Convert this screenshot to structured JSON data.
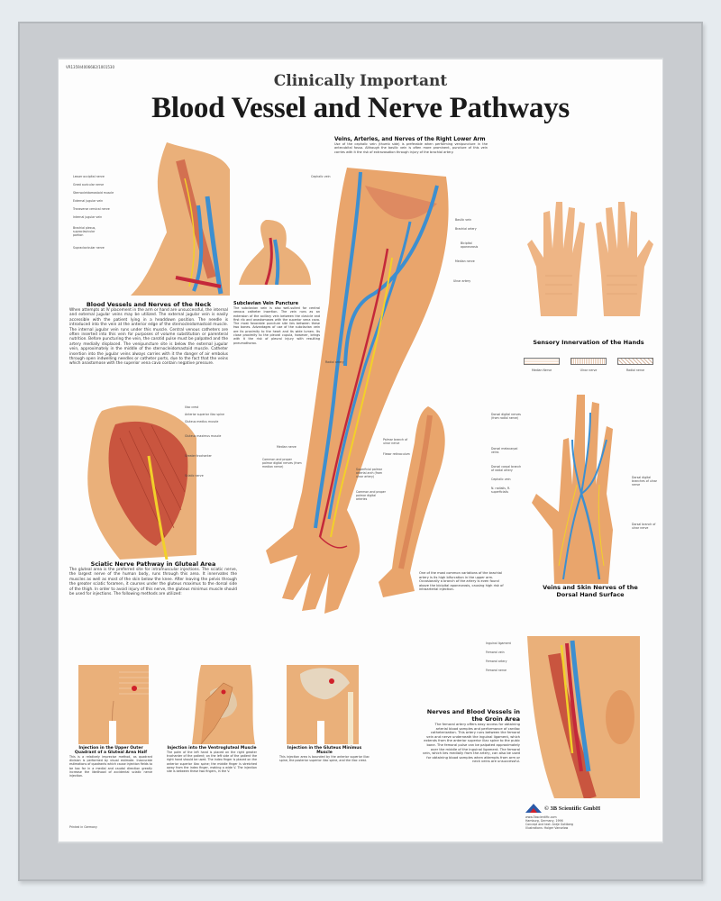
{
  "poster": {
    "code": "VR1359/4006682/1001530",
    "subtitle": "Clinically Important",
    "title": "Blood Vessel and Nerve Pathways",
    "printed": "Printed in Germany"
  },
  "neck": {
    "heading": "Blood Vessels and Nerves of the Neck",
    "text": "When attempts at IV placement in the arm or hand are unsuccessful, the internal and external jugular veins may be utilized. The external jugular vein is easily accessible with the patient lying in a headdown position. The needle is introduced into the vein at the anterior edge of the sternocleidomastoid muscle. The internal jugular vein runs under this muscle. Central venous catheters are often inserted into this vein for purposes of volume substitution or parenteral nutrition. Before puncturing the vein, the carotid pulse must be palpated and the artery medially displaced. The venipuncture site is below the external jugular vein, approximately in the middle of the sternocleidomastoid muscle. Catheter insertion into the jugular veins always carries with it the danger of air embolus through open indwelling needles or catheter ports, due to the fact that the veins which anastomose with the superior vena cava contain negative pressure.",
    "labels": [
      "Lesser occipital nerve",
      "Great auricular nerve",
      "Sternocleidomastoid muscle",
      "External jugular vein",
      "Transverse cervical nerve",
      "Internal jugular vein",
      "Brachial plexus, supraclavicular portion",
      "Supraclavicular nerve"
    ]
  },
  "subclavian": {
    "heading": "Subclavian Vein Puncture",
    "text": "The subclavian vein is also well-suited for central venous catheter insertion. The vein runs as an extension of the axillary vein between the clavicle and first rib and anastomoses with the superior vena cava. The most favorable puncture site lies between these two bones. Advantages of use of the subclavian vein are its proximity to the heart and its wide lumen. Its close proximity to the pleural cupula, however, brings with it the risk of pleural injury with resulting pneumothorax."
  },
  "arm": {
    "heading": "Veins, Arteries, and Nerves of the Right Lower Arm",
    "text": "Use of the cephalic vein (thumb side) is preferable when performing venipuncture in the antecubital fossa. Although the basilic vein is often more prominent, puncture of this vein carries with it the risk of extravasation through injury of the brachial artery.",
    "labels_left": [
      "Cephalic vein",
      "Radial artery",
      "Median nerve",
      "Common and proper palmar digital nerves (from median nerve)"
    ],
    "labels_right": [
      "Basilic vein",
      "Brachial artery",
      "Bicipital aponeurosis",
      "Median nerve",
      "Ulnar artery",
      "Palmar branch of ulnar nerve",
      "Flexor retinaculum",
      "Superficial palmar arterial arch (from ulnar artery)",
      "Common and proper palmar digital arteries"
    ]
  },
  "variation": {
    "text": "One of the most common variations of the brachial artery is its high bifurcation in the upper arm. Occasionally a branch of the artery is even found above the bicipital aponeurosis, causing high risk of intraarterial injection."
  },
  "hands": {
    "heading": "Sensory Innervation of the Hands",
    "legend": [
      "Median Nerve",
      "Ulnar nerve",
      "Radial nerve"
    ]
  },
  "dorsal": {
    "heading": "Veins and Skin Nerves of the Dorsal Hand Surface",
    "labels_left": [
      "Dorsal digital nerves (from radial nerve)",
      "Dorsal metacarpal veins",
      "Dorsal carpal branch of radial artery",
      "Cephalic vein",
      "N. radialis, R. superficialis"
    ],
    "labels_right": [
      "Dorsal digital branches of ulnar nerve",
      "Dorsal branch of ulnar nerve"
    ]
  },
  "gluteal": {
    "heading": "Sciatic Nerve Pathway in Gluteal Area",
    "text": "The gluteal area is the preferred site for intramuscular injections. The sciatic nerve, the largest nerve of the human body, runs through this area. It innervates the muscles as well as most of the skin below the knee. After leaving the pelvis through the greater sciatic foramen, it courses under the gluteus maximus to the dorsal side of the thigh. In order to avoid injury of this nerve, the gluteus minimus muscle should be used for injections. The following methods are utilized:",
    "labels": [
      "Iliac crest",
      "Anterior superior iliac spine",
      "Gluteus medius muscle",
      "Gluteus maximus muscle",
      "Greater trochanter",
      "Sciatic nerve"
    ]
  },
  "injections": [
    {
      "heading": "Injection in the Upper Outer Quadrant of a Gluteal Area Half",
      "text": "This is a relatively imprecise method, as quadrant division is performed by visual estimate. Inaccurate estimations of quadrants which cause injection fields to be too far in a medial and caudal direction greatly increase the likelihood of accidental sciatic nerve injection."
    },
    {
      "heading": "Injection into the Ventrogluteal Muscle",
      "text": "The palm of the left hand is placed on the right greater trochanter of the patient; on the left side of the patient the right hand should be used. The index finger is placed on the anterior superior iliac spine; the middle finger is stretched away from the index finger, making a wide V. The injection site is between these two fingers, in the V."
    },
    {
      "heading": "Injection in the Gluteus Minimus Muscle",
      "text": "This injection area is bounded by the anterior superior iliac spine, the posterior superior iliac spine, and the iliac crest."
    }
  ],
  "groin": {
    "heading": "Nerves and Blood Vessels in the Groin Area",
    "text": "The femoral artery offers easy access for obtaining arterial blood samples and performance of cardiac catheterization. This artery runs between the femoral vein and nerve underneath the inguinal ligament, which extends from the anterior superior iliac spine to the pubic bone. The femoral pulse can be palpated approximately over the middle of the inguinal ligament. The femoral vein, which lies medially from the artery, can also be used for obtaining blood samples when attempts from arm or neck veins are unsuccessful.",
    "labels": [
      "Inguinal ligament",
      "Femoral vein",
      "Femoral artery",
      "Femoral nerve"
    ]
  },
  "publisher": {
    "name": "© 3B Scientific GmbH",
    "lines": [
      "www.3bscientific.com",
      "Hamburg, Germany, 1996",
      "Concept and text: Antje Gottberg",
      "Illustrations: Holger Vanselow"
    ]
  },
  "colors": {
    "skin": "#e9a56c",
    "muscle": "#c9553f",
    "vein": "#3d8fd0",
    "artery": "#c4283a",
    "nerve": "#f2d02a",
    "frame": "#c9ccd0"
  }
}
